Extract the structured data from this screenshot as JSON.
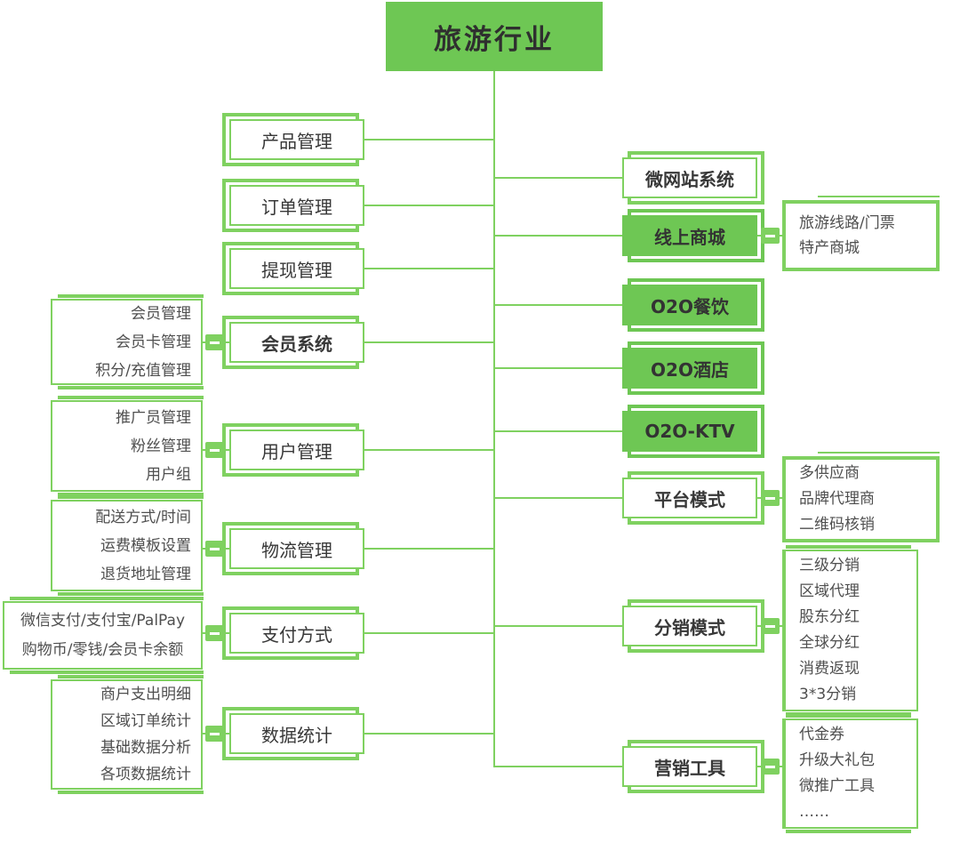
{
  "title": "旅游行业",
  "colors": {
    "green_fill": "#6ec754",
    "green_line": "#7fd160",
    "text_dark": "#383838",
    "text_sub": "#4f4f4f",
    "background": "#ffffff"
  },
  "left": [
    {
      "label": "产品管理",
      "children": []
    },
    {
      "label": "订单管理",
      "children": []
    },
    {
      "label": "提现管理",
      "children": []
    },
    {
      "label": "会员系统",
      "children": [
        "会员管理",
        "会员卡管理",
        "积分/充值管理"
      ]
    },
    {
      "label": "用户管理",
      "children": [
        "推广员管理",
        "粉丝管理",
        "用户组"
      ]
    },
    {
      "label": "物流管理",
      "children": [
        "配送方式/时间",
        "运费模板设置",
        "退货地址管理"
      ]
    },
    {
      "label": "支付方式",
      "children": [
        "微信支付/支付宝/PalPay",
        "购物币/零钱/会员卡余额"
      ]
    },
    {
      "label": "数据统计",
      "children": [
        "商户支出明细",
        "区域订单统计",
        "基础数据分析",
        "各项数据统计"
      ]
    }
  ],
  "right": [
    {
      "label": "微网站系统",
      "children": []
    },
    {
      "label": "线上商城",
      "children": [
        "旅游线路/门票",
        "特产商城"
      ]
    },
    {
      "label": "O2O餐饮",
      "children": []
    },
    {
      "label": "O2O酒店",
      "children": []
    },
    {
      "label": "O2O-KTV",
      "children": []
    },
    {
      "label": "平台模式",
      "children": [
        "多供应商",
        "品牌代理商",
        "二维码核销"
      ]
    },
    {
      "label": "分销模式",
      "children": [
        "三级分销",
        "区域代理",
        "股东分红",
        "全球分红",
        "消费返现",
        "3*3分销"
      ]
    },
    {
      "label": "营销工具",
      "children": [
        "代金券",
        "升级大礼包",
        "微推广工具",
        "……"
      ]
    }
  ]
}
